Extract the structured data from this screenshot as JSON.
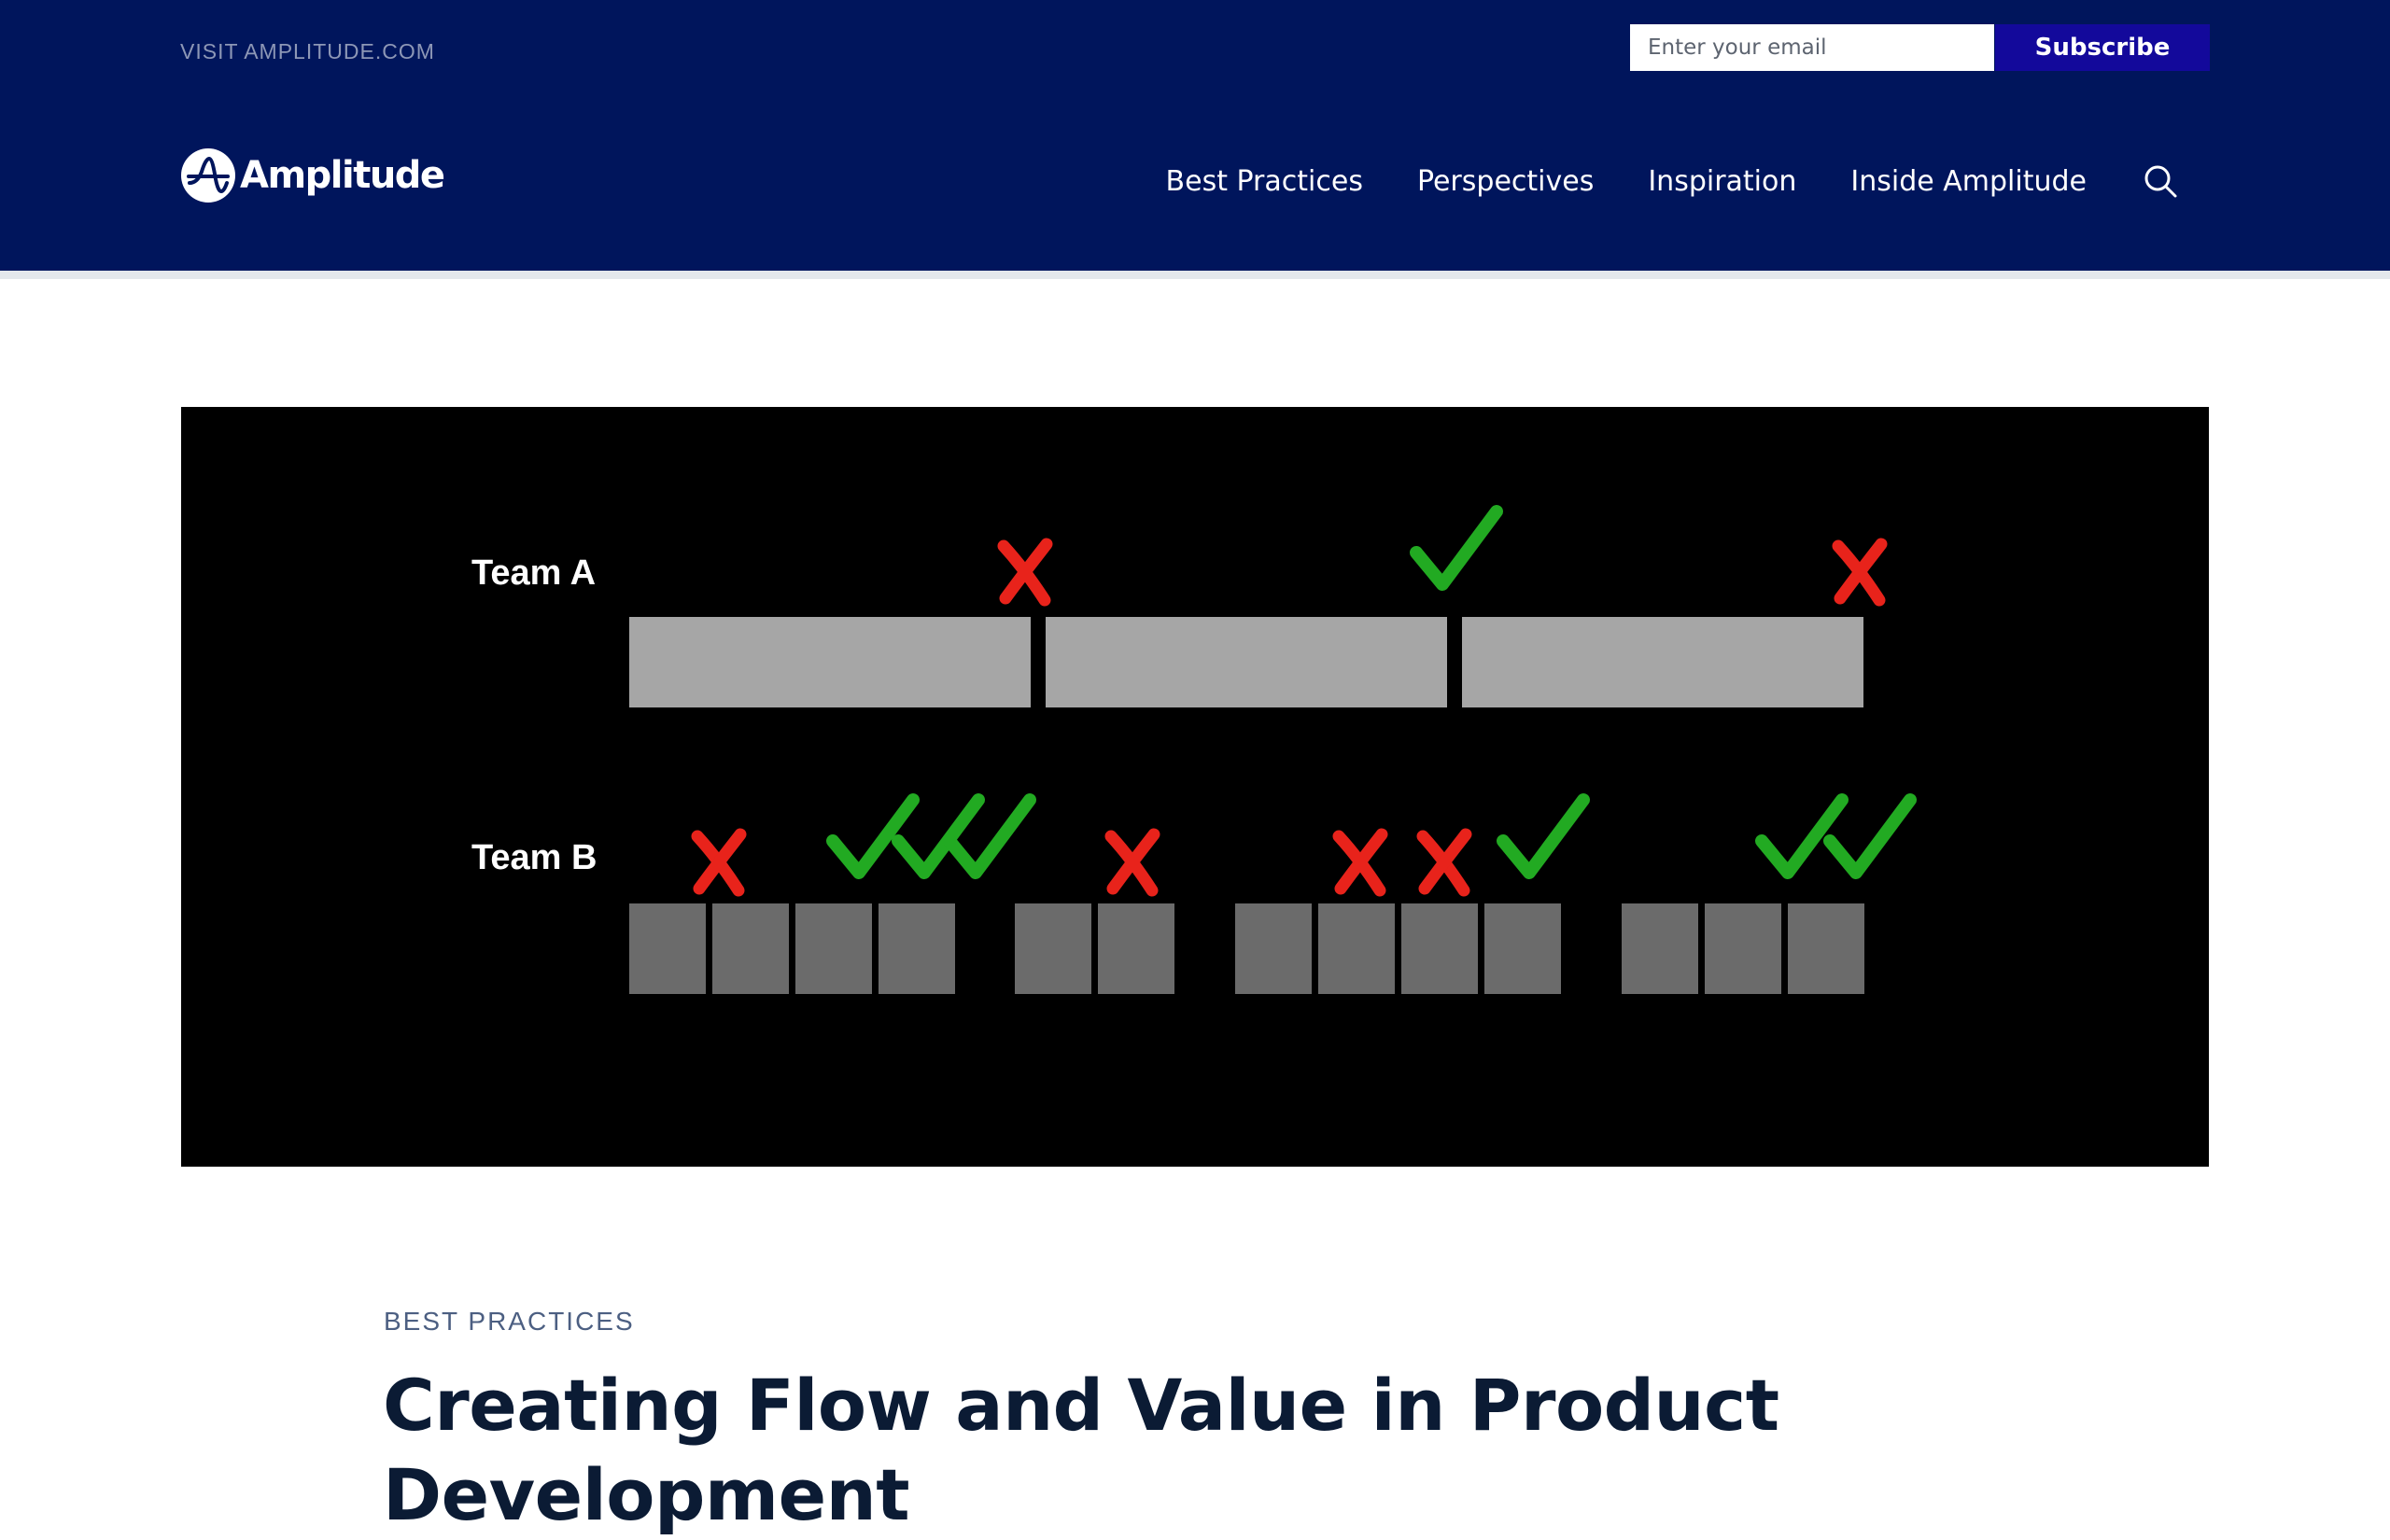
{
  "header": {
    "visit_link": "VISIT AMPLITUDE.COM",
    "email_placeholder": "Enter your email",
    "subscribe_label": "Subscribe",
    "logo_text": "Amplitude",
    "nav": [
      "Best Practices",
      "Perspectives",
      "Inspiration",
      "Inside Amplitude"
    ],
    "search_icon": "search-icon"
  },
  "hero": {
    "team_a_label": "Team A",
    "team_b_label": "Team B",
    "team_a_segments": 3,
    "team_a_marks": [
      "x",
      "check",
      "x"
    ],
    "team_b_groups": [
      4,
      2,
      4,
      3
    ],
    "team_b_marks": [
      "x",
      "check",
      "check",
      "check",
      "x",
      "x",
      "x",
      "check",
      "check",
      "check"
    ],
    "colors": {
      "background": "#000000",
      "team_a_bar": "#a6a6a6",
      "team_b_block": "#6b6b6b",
      "cross": "#e8231b",
      "check": "#22aa22"
    }
  },
  "article": {
    "category": "BEST PRACTICES",
    "title": "Creating Flow and Value in Product Development"
  },
  "colors": {
    "header_bg": "#00155c",
    "subscribe_bg": "#13099b",
    "title_text": "#0b1b34"
  }
}
